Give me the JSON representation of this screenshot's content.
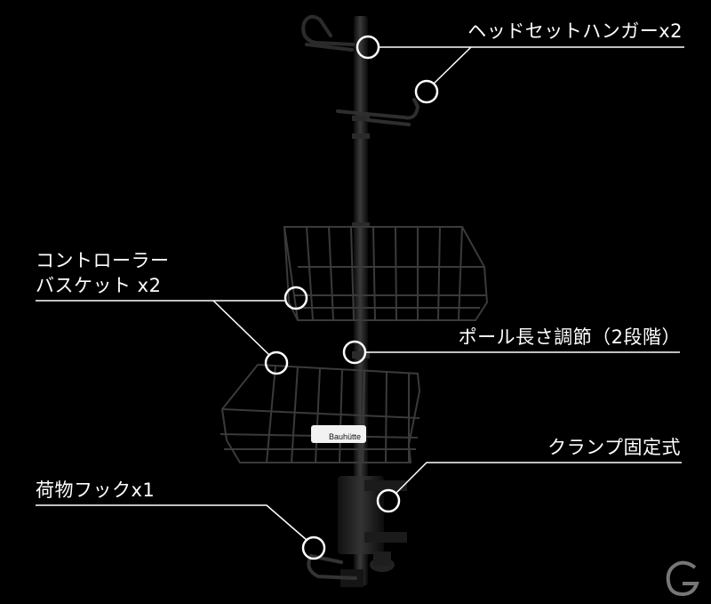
{
  "callouts": {
    "headset_hanger": "ヘッドセットハンガーx2",
    "controller_basket_line1": "コントローラー",
    "controller_basket_line2": "バスケット x2",
    "pole_adjust": "ポール長さ調節（2段階）",
    "clamp": "クランプ固定式",
    "hook": "荷物フックx1"
  },
  "product": {
    "brand": "Bauhütte"
  },
  "colors": {
    "background": "#000000",
    "text": "#ffffff",
    "leader_line": "#ffffff",
    "product_metal": "#1a1a1a"
  }
}
